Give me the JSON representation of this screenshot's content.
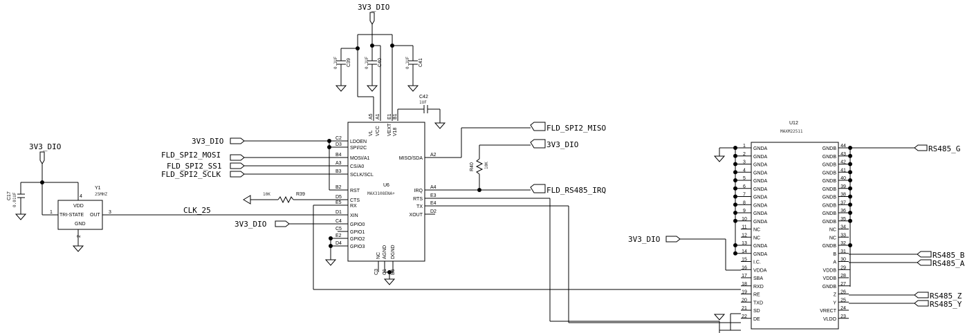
{
  "power": {
    "top": "3V3_DIO",
    "y1": "3V3_DIO",
    "u6_c2": "3V3_DIO",
    "u6_c4": "3V3_DIO",
    "r40": "3V3_DIO",
    "u12": "3V3_DIO"
  },
  "nets": {
    "miso": "FLD_SPI2_MISO",
    "mosi": "FLD_SPI2_MOSI",
    "ss1": "FLD_SPI2_SS1",
    "sclk": "FLD_SPI2_SCLK",
    "irq": "FLD_RS485_IRQ",
    "clk": "CLK_25",
    "rs485_g": "RS485_G",
    "rs485_b": "RS485_B",
    "rs485_a": "RS485_A",
    "rs485_z": "RS485_Z",
    "rs485_y": "RS485_Y"
  },
  "caps": {
    "c39": {
      "ref": "C39",
      "val": "0.1UF"
    },
    "c40": {
      "ref": "C40",
      "val": "0.1UF"
    },
    "c41": {
      "ref": "C41",
      "val": "0.1UF"
    },
    "c42": {
      "ref": "C42",
      "val": "1UF"
    },
    "c17": {
      "ref": "C17",
      "val": "0.01UF"
    },
    "c3": {
      "ref": "C3"
    }
  },
  "resistors": {
    "r39": {
      "ref": "R39",
      "val": "10K"
    },
    "r40": {
      "ref": "R40",
      "val": "10K"
    }
  },
  "y1": {
    "ref": "Y1",
    "part": "25MHZ",
    "pins": {
      "vdd": "VDD",
      "tri": "TRI-STATE",
      "out": "OUT",
      "gnd": "GND",
      "n4": "4",
      "n1": "1",
      "n3": "3",
      "n2": "2"
    }
  },
  "u6": {
    "ref": "U6",
    "part": "MAX3108ENA+",
    "top_pins": [
      {
        "num": "A5",
        "name": "VL"
      },
      {
        "num": "A1",
        "name": "VCC"
      },
      {
        "num": "E1",
        "name": "VEXT"
      },
      {
        "num": "B1",
        "name": "V18"
      }
    ],
    "left_pins": [
      {
        "num": "C2",
        "name": "LDOEN"
      },
      {
        "num": "D3",
        "name": "SPI/I2C"
      },
      {
        "num": "B4",
        "name": "MOSI/A1"
      },
      {
        "num": "A3",
        "name": "CS/A0"
      },
      {
        "num": "B3",
        "name": "SCLK/SCL"
      },
      {
        "num": "B2",
        "name": "RST"
      },
      {
        "num": "D5",
        "name": "CTS"
      },
      {
        "num": "E5",
        "name": "RX"
      },
      {
        "num": "D1",
        "name": "XIN"
      },
      {
        "num": "C4",
        "name": "GPIO0"
      },
      {
        "num": "C5",
        "name": "GPIO1"
      },
      {
        "num": "E2",
        "name": "GPIO2"
      },
      {
        "num": "D4",
        "name": "GPIO3"
      }
    ],
    "right_pins": [
      {
        "num": "A2",
        "name": "MISO/SDA"
      },
      {
        "num": "A4",
        "name": "IRQ"
      },
      {
        "num": "E3",
        "name": "RTS"
      },
      {
        "num": "E4",
        "name": "TX"
      },
      {
        "num": "D2",
        "name": "XOUT"
      }
    ],
    "bottom_pins": [
      {
        "num": "C3",
        "name": "NC"
      },
      {
        "num": "C1",
        "name": "AGND"
      },
      {
        "num": "B5",
        "name": "DGND"
      }
    ]
  },
  "u12": {
    "ref": "U12",
    "part": "MAXM22511",
    "left_pins": [
      {
        "num": "1",
        "name": "GNDA"
      },
      {
        "num": "2",
        "name": "GNDA"
      },
      {
        "num": "3",
        "name": "GNDA"
      },
      {
        "num": "4",
        "name": "GNDA"
      },
      {
        "num": "5",
        "name": "GNDA"
      },
      {
        "num": "6",
        "name": "GNDA"
      },
      {
        "num": "7",
        "name": "GNDA"
      },
      {
        "num": "8",
        "name": "GNDA"
      },
      {
        "num": "9",
        "name": "GNDA"
      },
      {
        "num": "10",
        "name": "GNDA"
      },
      {
        "num": "11",
        "name": "NC"
      },
      {
        "num": "12",
        "name": "NC"
      },
      {
        "num": "13",
        "name": "GNDA"
      },
      {
        "num": "14",
        "name": "GNDA"
      },
      {
        "num": "15",
        "name": "I.C."
      },
      {
        "num": "16",
        "name": "VDDA"
      },
      {
        "num": "17",
        "name": "SBA"
      },
      {
        "num": "18",
        "name": "RXD"
      },
      {
        "num": "19",
        "name": "RE"
      },
      {
        "num": "20",
        "name": "TXD"
      },
      {
        "num": "21",
        "name": "SD"
      },
      {
        "num": "22",
        "name": "DE"
      }
    ],
    "right_pins": [
      {
        "num": "44",
        "name": "GNDB"
      },
      {
        "num": "43",
        "name": "GNDB"
      },
      {
        "num": "42",
        "name": "GNDB"
      },
      {
        "num": "41",
        "name": "GNDB"
      },
      {
        "num": "40",
        "name": "GNDB"
      },
      {
        "num": "39",
        "name": "GNDB"
      },
      {
        "num": "38",
        "name": "GNDB"
      },
      {
        "num": "37",
        "name": "GNDB"
      },
      {
        "num": "36",
        "name": "GNDB"
      },
      {
        "num": "35",
        "name": "GNDB"
      },
      {
        "num": "34",
        "name": "NC"
      },
      {
        "num": "33",
        "name": "NC"
      },
      {
        "num": "32",
        "name": "GNDB"
      },
      {
        "num": "31",
        "name": "B"
      },
      {
        "num": "30",
        "name": "A"
      },
      {
        "num": "29",
        "name": "VDDB"
      },
      {
        "num": "28",
        "name": "VDDB"
      },
      {
        "num": "27",
        "name": "GNDB"
      },
      {
        "num": "26",
        "name": "Z"
      },
      {
        "num": "25",
        "name": "Y"
      },
      {
        "num": "24",
        "name": "VRECT"
      },
      {
        "num": "23",
        "name": "VLDO"
      }
    ]
  }
}
